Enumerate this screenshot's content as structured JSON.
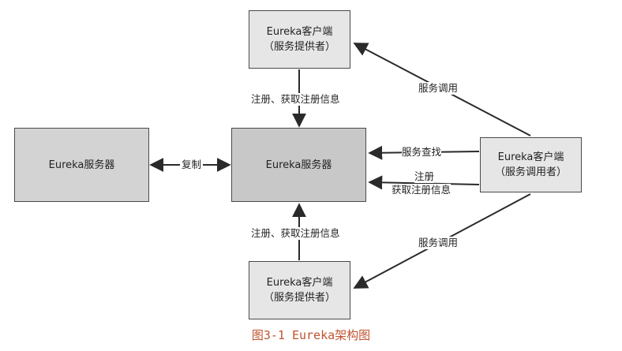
{
  "diagram": {
    "provider_top": {
      "line1": "Eureka客户端",
      "line2": "（服务提供者）"
    },
    "provider_bottom": {
      "line1": "Eureka客户端",
      "line2": "（服务提供者）"
    },
    "server_left": {
      "label": "Eureka服务器"
    },
    "server_center": {
      "label": "Eureka服务器"
    },
    "consumer": {
      "line1": "Eureka客户端",
      "line2": "（服务调用者）"
    },
    "edges": {
      "top_register": "注册、获取注册信息",
      "bottom_register": "注册、获取注册信息",
      "replicate": "复制",
      "lookup": "服务查找",
      "consumer_register_line1": "注册",
      "consumer_register_line2": "获取注册信息",
      "call_top": "服务调用",
      "call_bottom": "服务调用"
    },
    "caption": "图3-1 Eureka架构图"
  }
}
